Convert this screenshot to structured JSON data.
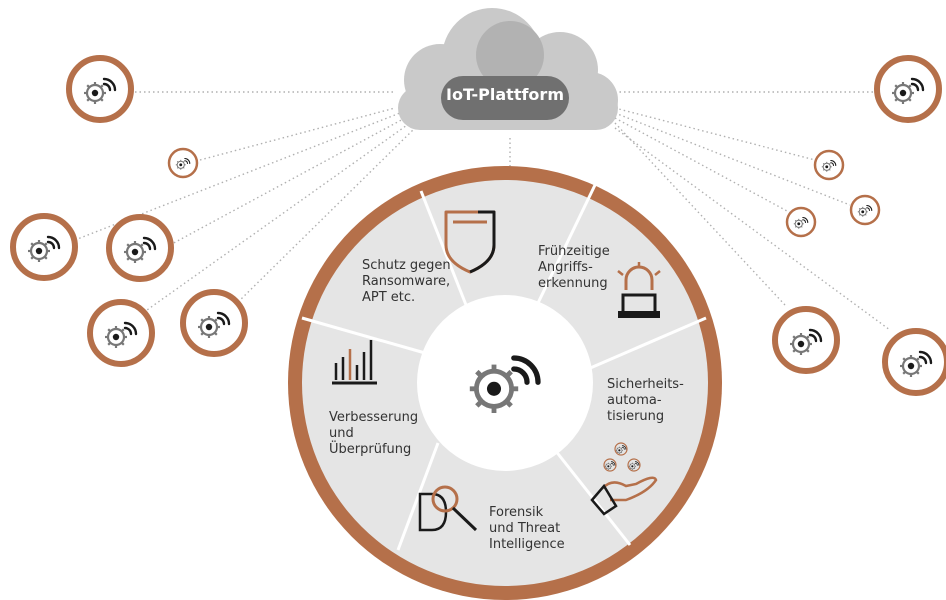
{
  "cloud": {
    "label": "IoT-Plattform"
  },
  "segments": {
    "protection": "Schutz gegen\nRansomware,\nAPT etc.",
    "early_detection": "Frühzeitige\nAngriffs-\nerkennung",
    "automation": "Sicherheits-\nautoma-\ntisierung",
    "forensics": "Forensik\nund Threat\nIntelligence",
    "improvement": "Verbesserung\nund\nÜberprüfung"
  },
  "colors": {
    "accent": "#b5704a",
    "ring_fill": "#e5e5e5",
    "center_fill": "#ffffff",
    "cloud_back": "#c9c9c9",
    "cloud_mid": "#b2b2b2",
    "cloud_label_bg": "#707070",
    "icon_dark": "#1a1a1a",
    "icon_gray": "#777777",
    "dotted_line": "#b0b0b0"
  },
  "icons": {
    "device": "gear-signal-icon",
    "protection": "shield-icon",
    "early_detection": "siren-icon",
    "automation": "hand-devices-icon",
    "forensics": "magnifier-document-icon",
    "improvement": "bar-chart-icon"
  }
}
